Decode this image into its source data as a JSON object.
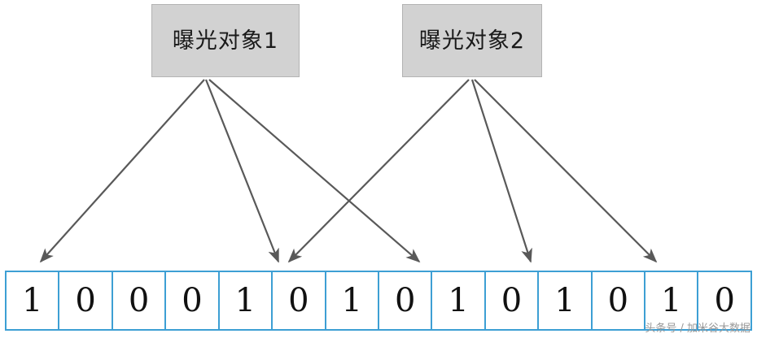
{
  "diagram": {
    "type": "bloom-filter-illustration",
    "nodes": [
      {
        "id": "node-a",
        "label": "曝光对象1"
      },
      {
        "id": "node-b",
        "label": "曝光对象2"
      }
    ],
    "arrow_color": "#595959",
    "array_border_color": "#3d9fd4",
    "node_fill_color": "#d2d2d2",
    "bit_array": {
      "cells": [
        "1",
        "0",
        "0",
        "0",
        "1",
        "0",
        "1",
        "0",
        "1",
        "0",
        "1",
        "0",
        "1",
        "0"
      ]
    },
    "arrows": [
      {
        "from": "node-a",
        "to_cell_index": 0
      },
      {
        "from": "node-a",
        "to_cell_index": 4
      },
      {
        "from": "node-a",
        "to_cell_index": 8
      },
      {
        "from": "node-b",
        "to_cell_index": 4
      },
      {
        "from": "node-b",
        "to_cell_index": 9
      },
      {
        "from": "node-b",
        "to_cell_index": 12
      }
    ]
  },
  "watermark": "头条号 / 加米谷大数据"
}
